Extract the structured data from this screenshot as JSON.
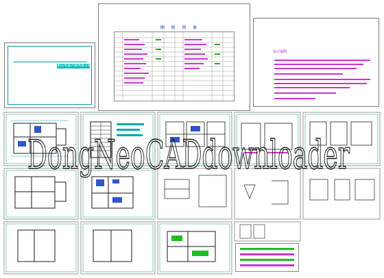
{
  "cover": {
    "title": "某住宅室内装饰施工图"
  },
  "index": {
    "title": "图 纸 目 录"
  },
  "notes": {
    "heading": "设计说明"
  },
  "watermark": {
    "text": "DongNeoCADdownloader"
  },
  "colors": {
    "wall": "#1a1a1a",
    "dimension": "#00aaaa",
    "annotation": "#cc22cc",
    "furniture": "#3355cc",
    "highlight": "#22bb22",
    "frame": "#33aa88"
  }
}
